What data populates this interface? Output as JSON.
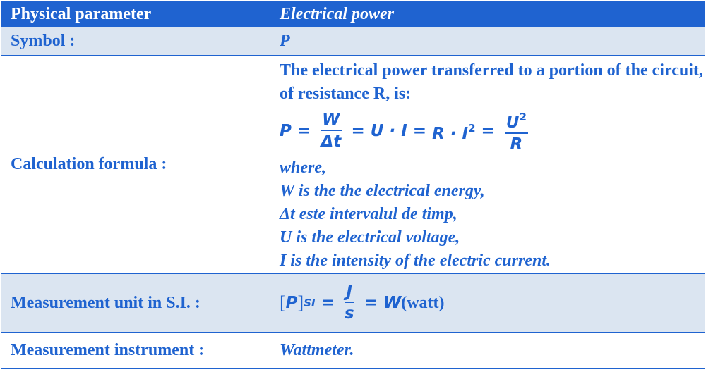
{
  "header": {
    "param_label": "Physical parameter",
    "param_value": "Electrical power"
  },
  "symbol": {
    "label": "Symbol :",
    "value": "P"
  },
  "calculation": {
    "label": "Calculation formula :",
    "intro": "The electrical power transferred to a portion of the circuit, of resistance R, is:",
    "formula": {
      "lhs": "P",
      "eq": "=",
      "frac1_num": "W",
      "frac1_den": "Δt",
      "term2": "U · I",
      "term3_base": "R · I",
      "term3_exp": "2",
      "frac2_num_base": "U",
      "frac2_num_exp": "2",
      "frac2_den": "R"
    },
    "where": "where,",
    "definitions": [
      "W is the the electrical energy,",
      "Δt este intervalul de timp,",
      "U is the electrical voltage,",
      "I is the intensity of the electric current."
    ]
  },
  "unit": {
    "label": "Measurement unit in S.I. :",
    "bracket_open": "[",
    "symbol": "P",
    "bracket_close": "]",
    "subscript": "SI",
    "eq": "=",
    "frac_num": "J",
    "frac_den": "s",
    "result": "W",
    "result_name": "(watt)"
  },
  "instrument": {
    "label": "Measurement instrument :",
    "value": "Wattmeter."
  },
  "colors": {
    "accent": "#1f63d0",
    "header_bg": "#1f63d0",
    "shade_bg": "#dbe5f1",
    "text": "#1f63d0"
  }
}
